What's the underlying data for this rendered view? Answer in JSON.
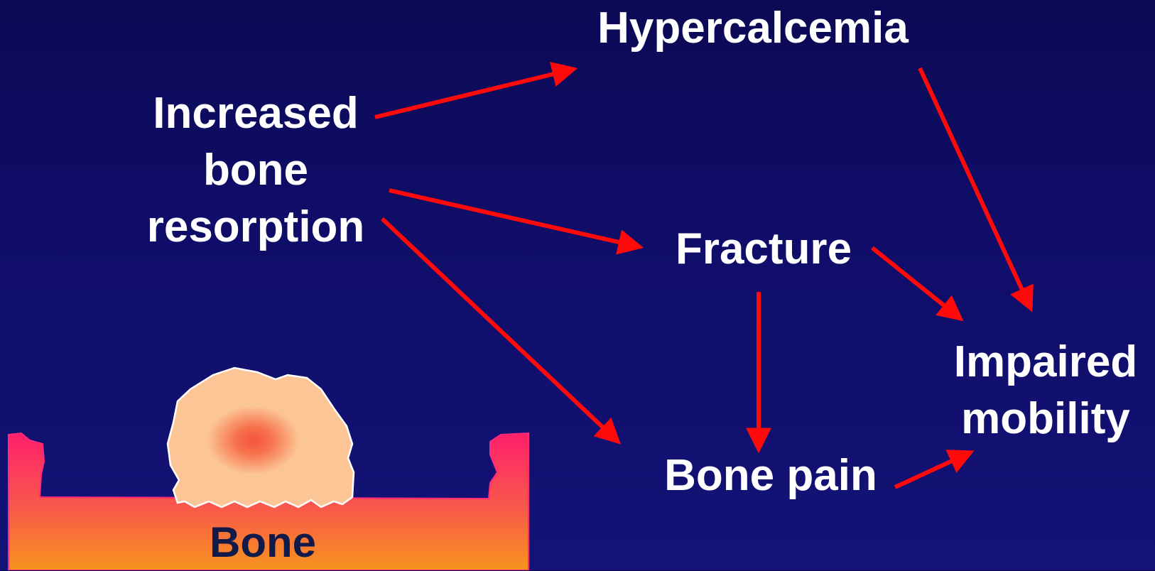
{
  "nodes": {
    "hypercalcemia": "Hypercalcemia",
    "resorption": [
      "Increased",
      "bone",
      "resorption"
    ],
    "fracture": "Fracture",
    "impaired": [
      "Impaired",
      "mobility"
    ],
    "bone_pain": "Bone pain",
    "bone": "Bone"
  },
  "colors": {
    "background": "#0f0d68",
    "arrow": "#ff0a0a",
    "bone_top": "#ff1f6a",
    "bone_bottom": "#f7931e",
    "tumor": "#fcc596",
    "tumor_core": "#f5533c",
    "text": "#ffffff",
    "bone_text": "#121a4a"
  }
}
